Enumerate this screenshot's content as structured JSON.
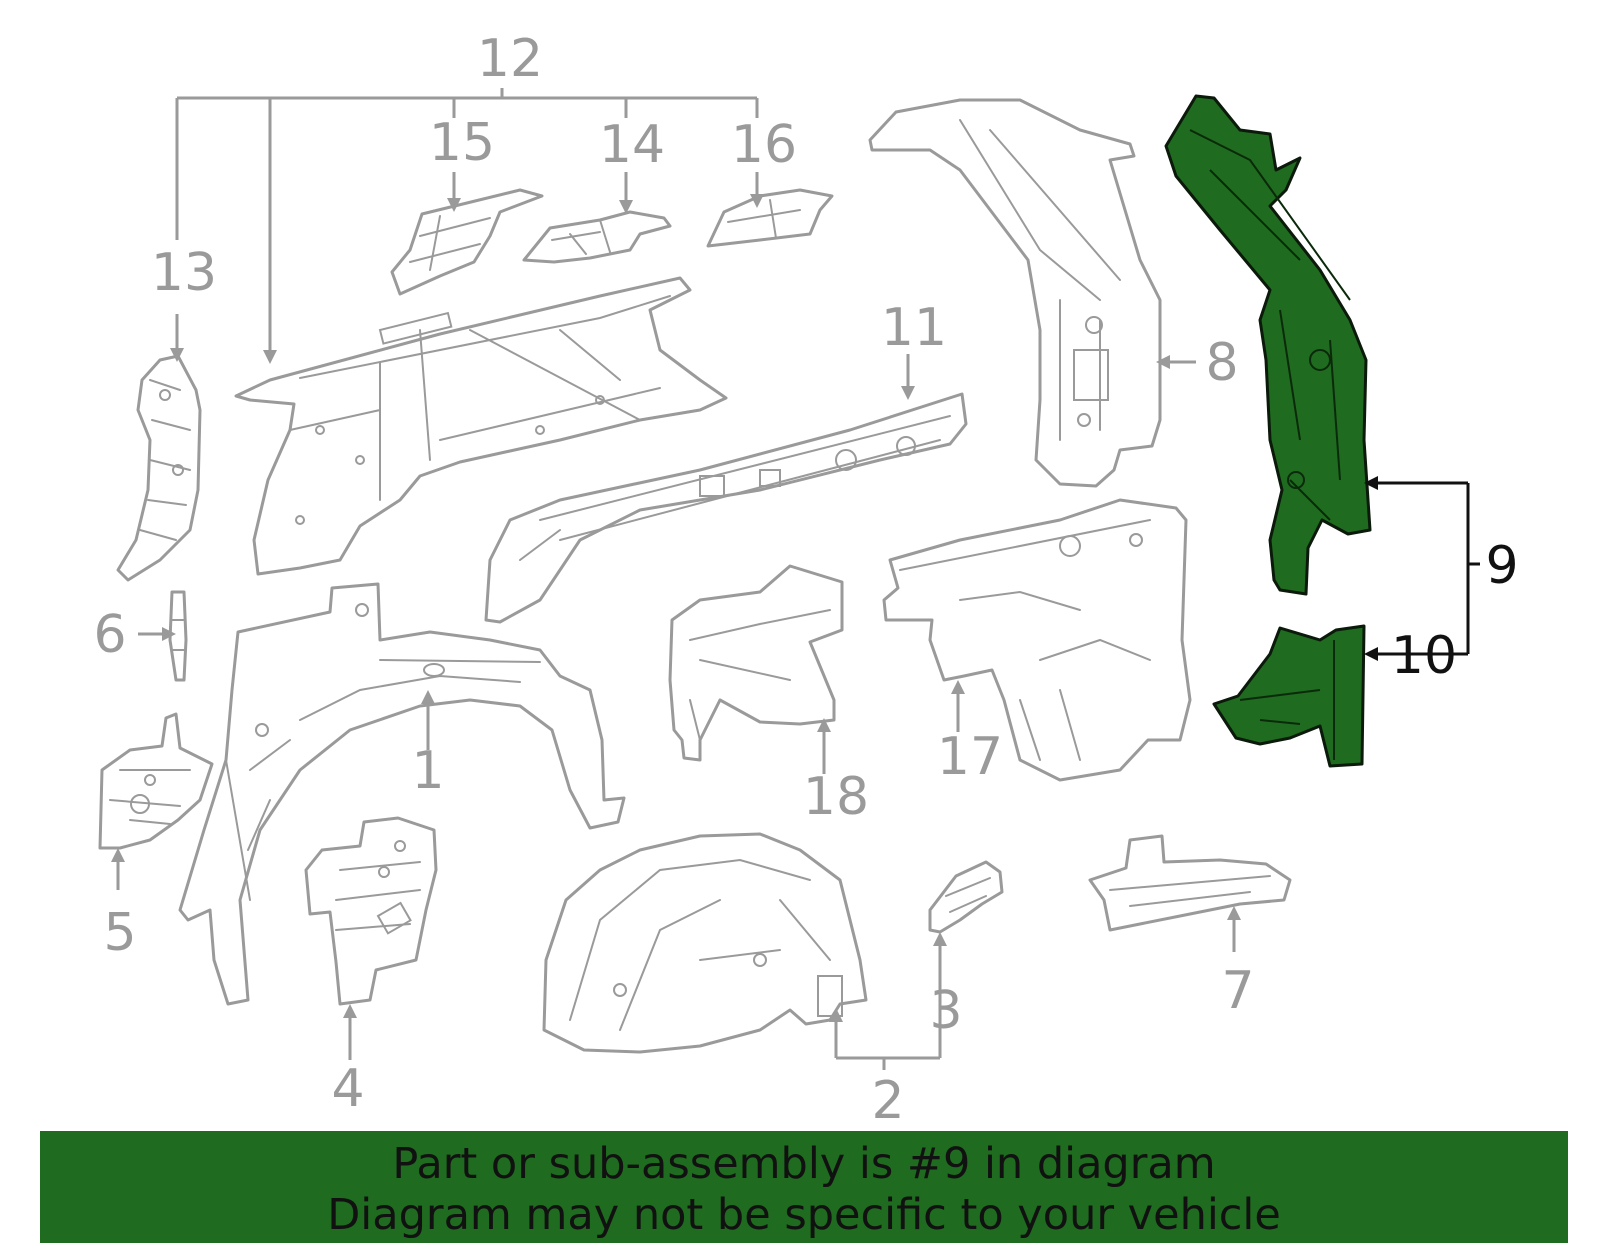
{
  "callouts": {
    "c1": "1",
    "c2": "2",
    "c3": "3",
    "c4": "4",
    "c5": "5",
    "c6": "6",
    "c7": "7",
    "c8": "8",
    "c9": "9",
    "c10": "10",
    "c11": "11",
    "c12": "12",
    "c13": "13",
    "c14": "14",
    "c15": "15",
    "c16": "16",
    "c17": "17",
    "c18": "18"
  },
  "highlighted_part": "9",
  "colors": {
    "highlight": "#1f6b1f",
    "line_art": "#9a9a9a",
    "banner": "#1f6b1f",
    "text_dark": "#111111"
  },
  "banner": {
    "line1": "Part or sub-assembly is #9 in diagram",
    "line2": "Diagram may not be specific to your vehicle"
  }
}
